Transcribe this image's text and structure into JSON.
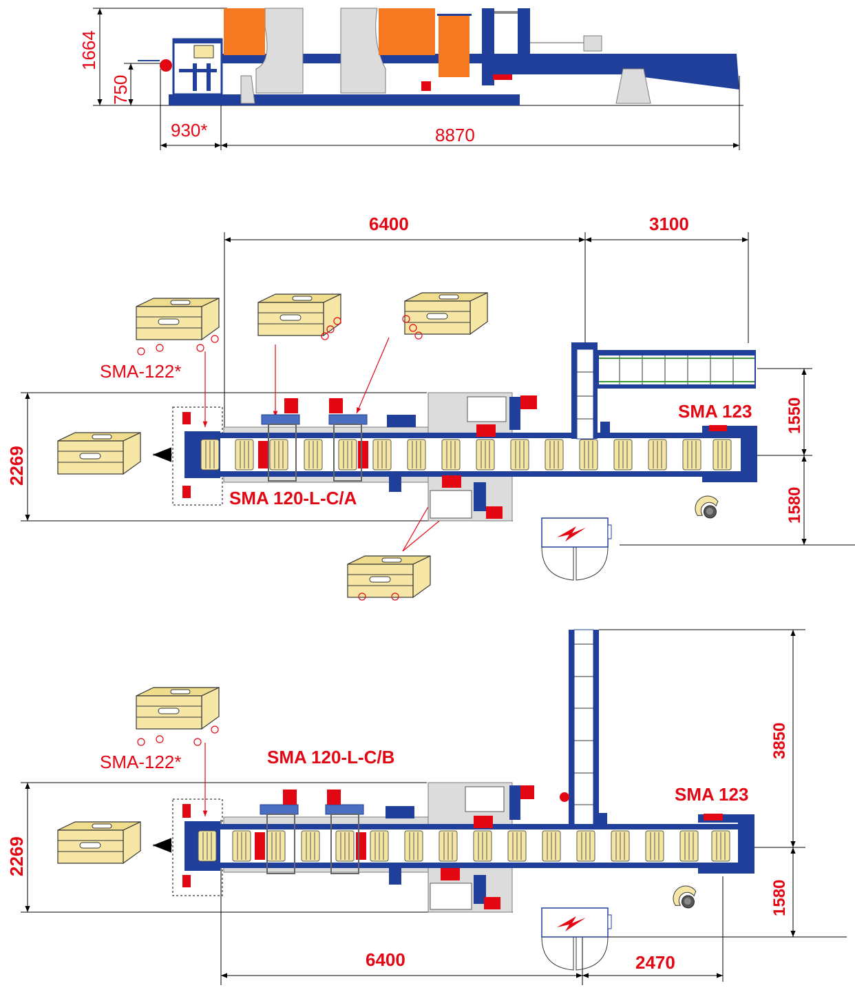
{
  "side_view": {
    "height_total": "1664",
    "height_infeed": "750",
    "length_infeed": "930*",
    "length_total": "8870"
  },
  "layout_a": {
    "length_main": "6400",
    "length_extension": "3100",
    "width": "2269",
    "offset_upper": "1550",
    "offset_lower": "1580",
    "feeder_label": "SMA-122*",
    "machine_label": "SMA 120-L-C/A",
    "stacker_label": "SMA 123"
  },
  "layout_b": {
    "length_main": "6400",
    "length_exit": "2470",
    "width": "2269",
    "offset_upper": "3850",
    "offset_lower": "1580",
    "feeder_label": "SMA-122*",
    "machine_label": "SMA 120-L-C/B",
    "stacker_label": "SMA 123"
  },
  "colors": {
    "accent": "#e30613",
    "machine_blue": "#1f3f9a",
    "guard_orange": "#f47920",
    "frame_grey": "#dcdcdc",
    "wood": "#f5e6a3"
  }
}
